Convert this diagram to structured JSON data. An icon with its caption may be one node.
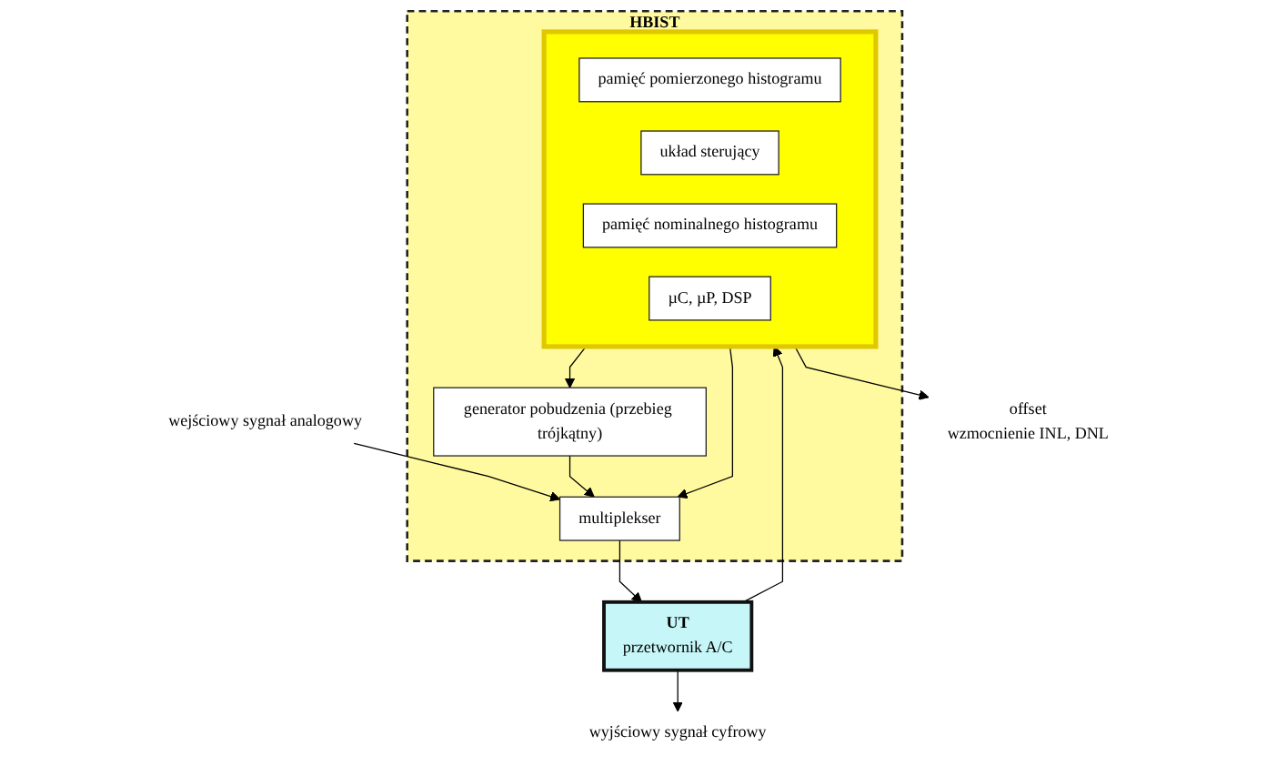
{
  "diagram": {
    "nodes": [
      {
        "text": [
          "HBIST"
        ]
      },
      {
        "text": [
          "UT",
          "przetwornik A/C"
        ]
      },
      {
        "text": [
          "multiplekser"
        ],
        "in": 0
      },
      {
        "text": [
          "generator pobudzenia (przebieg trójkątny)"
        ],
        "in": 0
      },
      {
        "text": [],
        "shape": "box",
        "in": 0
      },
      {
        "text": [
          "pamięć pomierzonego histogramu"
        ],
        "in": 4
      },
      {
        "text": [
          "układ sterujący"
        ],
        "in": 4
      },
      {
        "text": [
          "pamięć nominalnego histogramu"
        ],
        "in": 4
      },
      {
        "text": [
          "µC, µP, DSP"
        ],
        "in": 4
      },
      {
        "text": [
          "wejściowy sygnał analogowy"
        ]
      },
      {
        "text": [
          "wyjściowy sygnał cyfrowy"
        ]
      },
      {
        "text": [
          "offset",
          "wzmocnienie INL, DNL"
        ]
      }
    ],
    "edges": [
      {
        "from": 9,
        "to": 2,
        "arrow": "to"
      },
      {
        "from": 2,
        "to": 1,
        "arrow": "to"
      },
      {
        "from": 1,
        "to": 10,
        "arrow": "to"
      },
      {
        "from": 1,
        "to": 4,
        "arrow": "to"
      },
      {
        "from": 3,
        "to": 2,
        "arrow": "to"
      },
      {
        "from": 4,
        "to": 2,
        "arrow": "to"
      },
      {
        "from": 4,
        "to": 3,
        "arrow": "to"
      },
      {
        "from": 4,
        "to": 11,
        "arrow": "to"
      }
    ]
  }
}
